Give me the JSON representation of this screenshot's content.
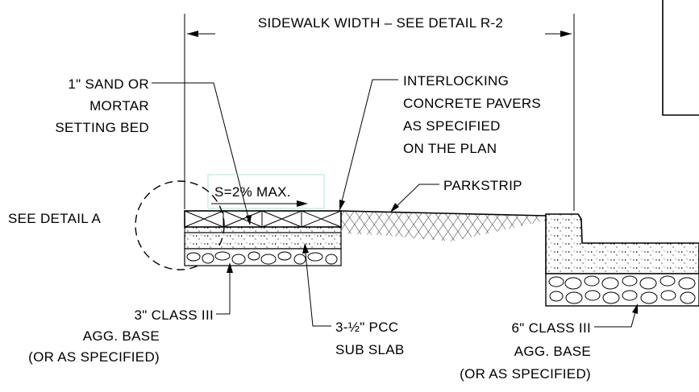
{
  "labels": {
    "sidewalk_width": "SIDEWALK WIDTH – SEE DETAIL R-2",
    "sand_bed": [
      "1\" SAND OR",
      "MORTAR",
      "SETTING BED"
    ],
    "pavers": [
      "INTERLOCKING",
      "CONCRETE PAVERS",
      "AS SPECIFIED",
      "ON THE PLAN"
    ],
    "slope": "S=2% MAX.",
    "parkstrip": "PARKSTRIP",
    "see_detail": "SEE DETAIL A",
    "base_left": [
      "3\" CLASS III",
      "AGG. BASE",
      "(OR AS SPECIFIED)"
    ],
    "sub_slab": [
      "3-½\" PCC",
      "SUB SLAB"
    ],
    "base_right": [
      "6\" CLASS III",
      "AGG. BASE",
      "(OR AS SPECIFIED)"
    ]
  }
}
